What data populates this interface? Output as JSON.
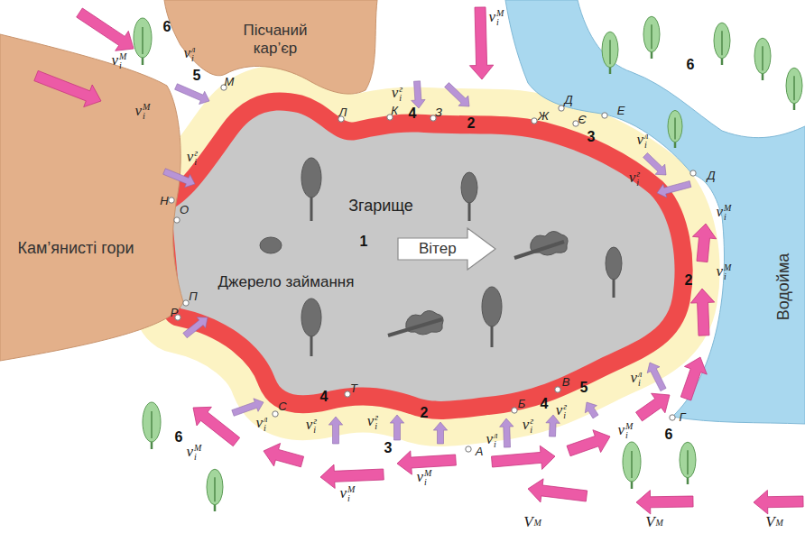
{
  "diagram": {
    "nodes": [
      {
        "text": [
          "Пісчаний кар’єр"
        ]
      },
      {
        "text": [
          "Кам’янисті гори"
        ]
      },
      {
        "text": [
          "Водойма"
        ]
      },
      {
        "text": [
          "Згарище",
          "Джерело займання"
        ]
      },
      {
        "text": [
          "Вітер"
        ],
        "in": 3
      }
    ],
    "labels": [
      "1",
      "2",
      "2",
      "2",
      "3",
      "3",
      "4",
      "4",
      "4",
      "5",
      "5",
      "6",
      "6",
      "6",
      "6",
      "А",
      "Б",
      "В",
      "Г",
      "Д",
      "Д",
      "Е",
      "Є",
      "Ж",
      "З",
      "К",
      "Л",
      "М",
      "Н",
      "О",
      "П",
      "Р",
      "С",
      "Т",
      "viМ",
      "viл",
      "viМ",
      "viг",
      "viМ",
      "viг",
      "viл",
      "viг",
      "viМ",
      "viМ",
      "viл",
      "viг",
      "viМ",
      "viг",
      "viл",
      "viг",
      "viг",
      "viл",
      "viМ",
      "viМ",
      "viМ",
      "VМ",
      "VМ",
      "VМ"
    ]
  }
}
